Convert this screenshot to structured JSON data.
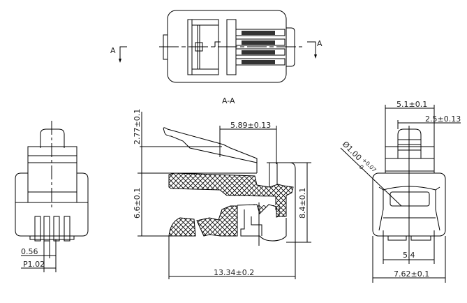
{
  "drawing": {
    "section_marker": "A",
    "section_title": "A-A",
    "dimensions": {
      "latch_height": "2.77±0.1",
      "latch_length": "5.89±0.13",
      "body_height": "6.6±0.1",
      "total_height": "8.4±0.1",
      "total_length": "13.34±0.2",
      "top_width": "5.1±0.1",
      "latch_width": "2.5±0.13",
      "hole_diameter": "Ø1.00",
      "hole_tol_upper": "+0.07",
      "hole_tol_lower": "0",
      "inner_width": "5.4",
      "total_width": "7.62±0.1",
      "pin_width": "0.56",
      "pin_pitch": "P1.02"
    }
  }
}
